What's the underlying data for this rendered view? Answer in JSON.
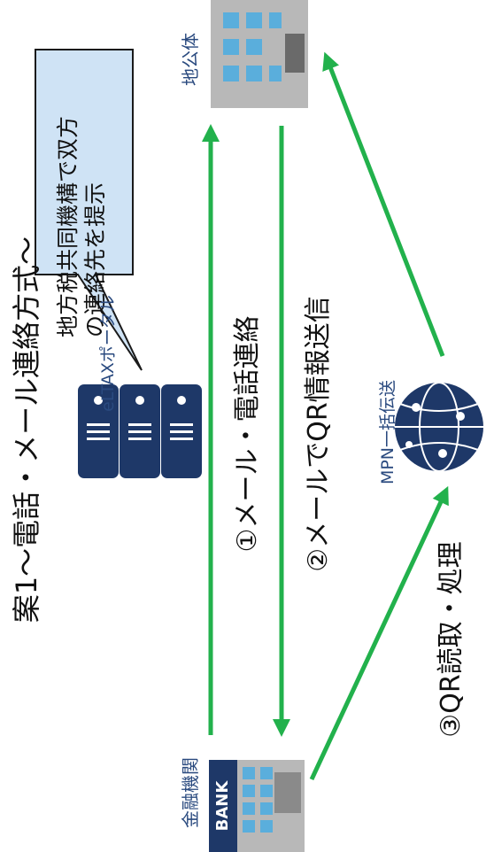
{
  "title": "案1～電話・メール連絡方式～",
  "callout": {
    "line1": "地方税共同機構で双方",
    "line2": "の連絡先を提示"
  },
  "nodes": {
    "eltax": "eLTAXポータル",
    "bank": "金融機関",
    "bank_sign": "BANK",
    "government": "地公体",
    "mpn": "MPN一括伝送"
  },
  "arrows": {
    "a1": "①メール・電話連絡",
    "a2": "②メールでQR情報送信",
    "a3": "③QR読取・処理"
  },
  "colors": {
    "arrow": "#22b14c",
    "icon_navy": "#1e3868",
    "callout_fill": "#cfe3f5",
    "callout_border": "#1a1a1a",
    "building_gray": "#b8b8b8",
    "window_blue": "#5aaedc"
  }
}
